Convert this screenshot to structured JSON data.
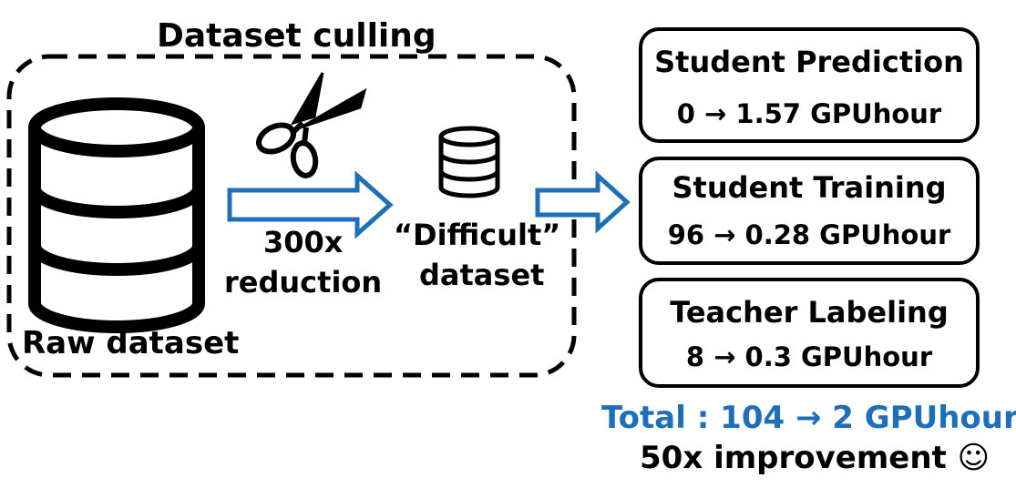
{
  "diagram": {
    "title": "Dataset culling",
    "raw_label": "Raw dataset",
    "reduction_amount": "300x",
    "reduction_word": "reduction",
    "difficult_label_1": "“Difficult”",
    "difficult_label_2": "dataset",
    "boxes": [
      {
        "title": "Student Prediction",
        "value": "0 → 1.57 GPUhour"
      },
      {
        "title": "Student Training",
        "value": "96 → 0.28 GPUhour"
      },
      {
        "title": "Teacher Labeling",
        "value": "8 → 0.3 GPUhour"
      }
    ],
    "total": "Total : 104 → 2 GPUhour",
    "improvement": "50x improvement ☺"
  },
  "colors": {
    "accent_blue": "#1f6fb8",
    "stroke": "#000000"
  },
  "icons": [
    "database-icon",
    "scissors-icon",
    "small-database-icon",
    "arrow-right-icon"
  ]
}
